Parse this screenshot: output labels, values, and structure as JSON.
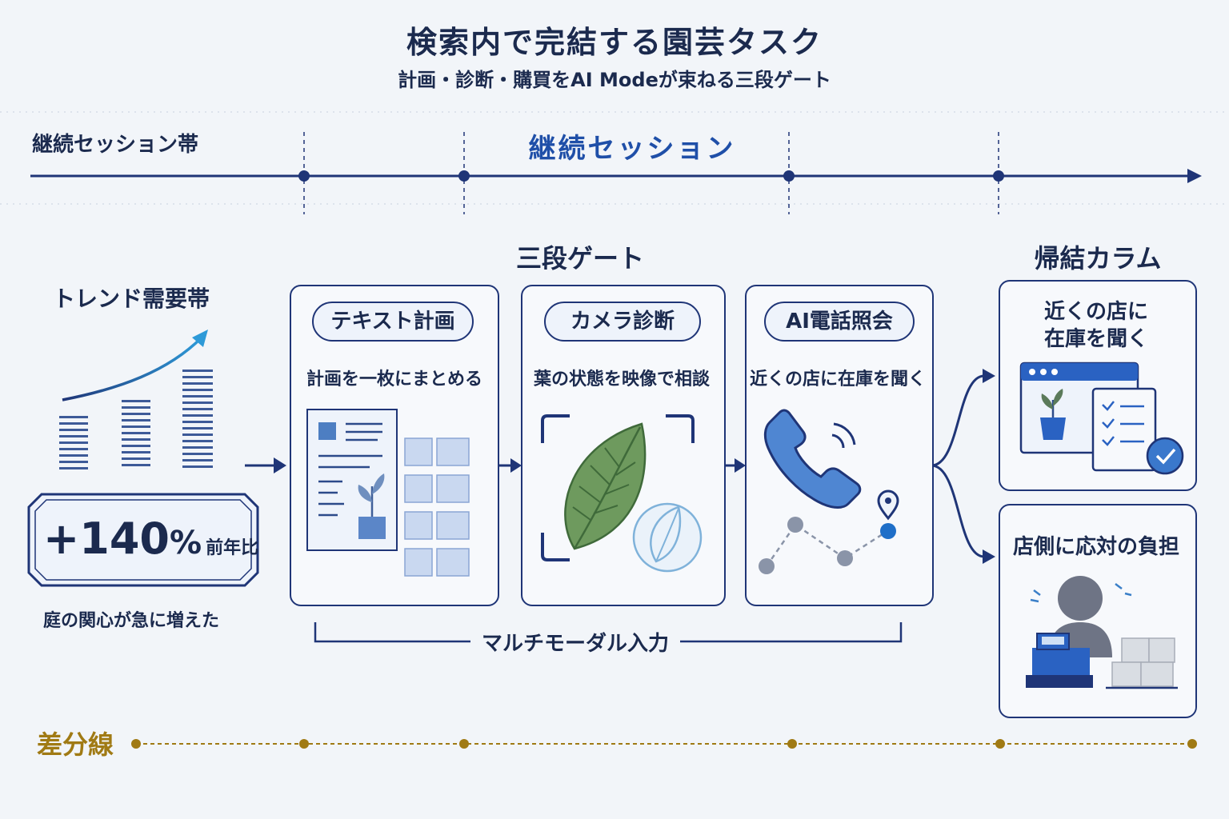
{
  "title": "検索内で完結する園芸タスク",
  "subtitle": "計画・診断・購買をAI Modeが束ねる三段ゲート",
  "timeline": {
    "lane_label": "継続セッション帯",
    "session_label": "継続セッション"
  },
  "trend": {
    "heading": "トレンド需要帯",
    "value": "+140",
    "unit": "%",
    "note": "前年比",
    "caption": "庭の関心が急に増えた"
  },
  "gates": {
    "heading": "三段ゲート",
    "items": [
      {
        "pill": "テキスト計画",
        "caption": "計画を一枚にまとめる",
        "icon": "document-plan-icon"
      },
      {
        "pill": "カメラ診断",
        "caption": "葉の状態を映像で相談",
        "icon": "leaf-camera-icon"
      },
      {
        "pill": "AI電話照会",
        "caption": "近くの店に在庫を聞く",
        "icon": "phone-route-icon"
      }
    ],
    "bracket_label": "マルチモーダル入力"
  },
  "results": {
    "heading": "帰結カラム",
    "top_text": [
      "近くの店に",
      "在庫を聞く"
    ],
    "bottom_text": "店側に応対の負担"
  },
  "diff_line": {
    "label": "差分線"
  },
  "colors": {
    "navy": "#1f3577",
    "accent_blue": "#1f4fa8",
    "gold": "#a07a14",
    "leaf_green": "#6e9a5e"
  }
}
